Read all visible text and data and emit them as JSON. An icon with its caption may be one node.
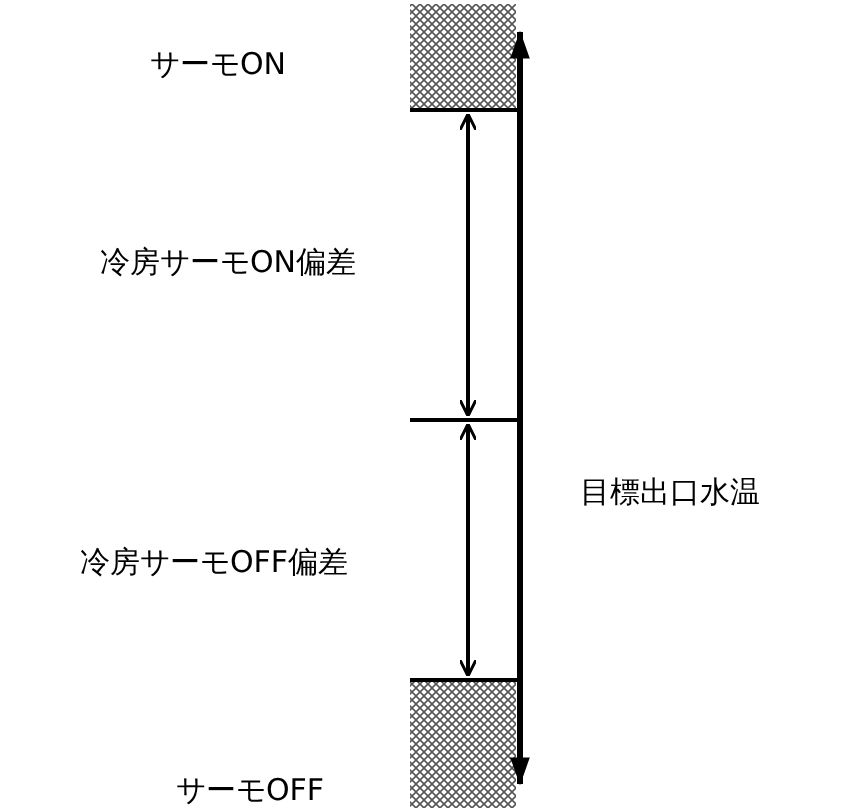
{
  "diagram": {
    "labels": [
      "サーモON",
      "冷房サーモON偏差",
      "目標出口水温",
      "冷房サーモOFF偏差",
      "サーモOFF"
    ]
  }
}
